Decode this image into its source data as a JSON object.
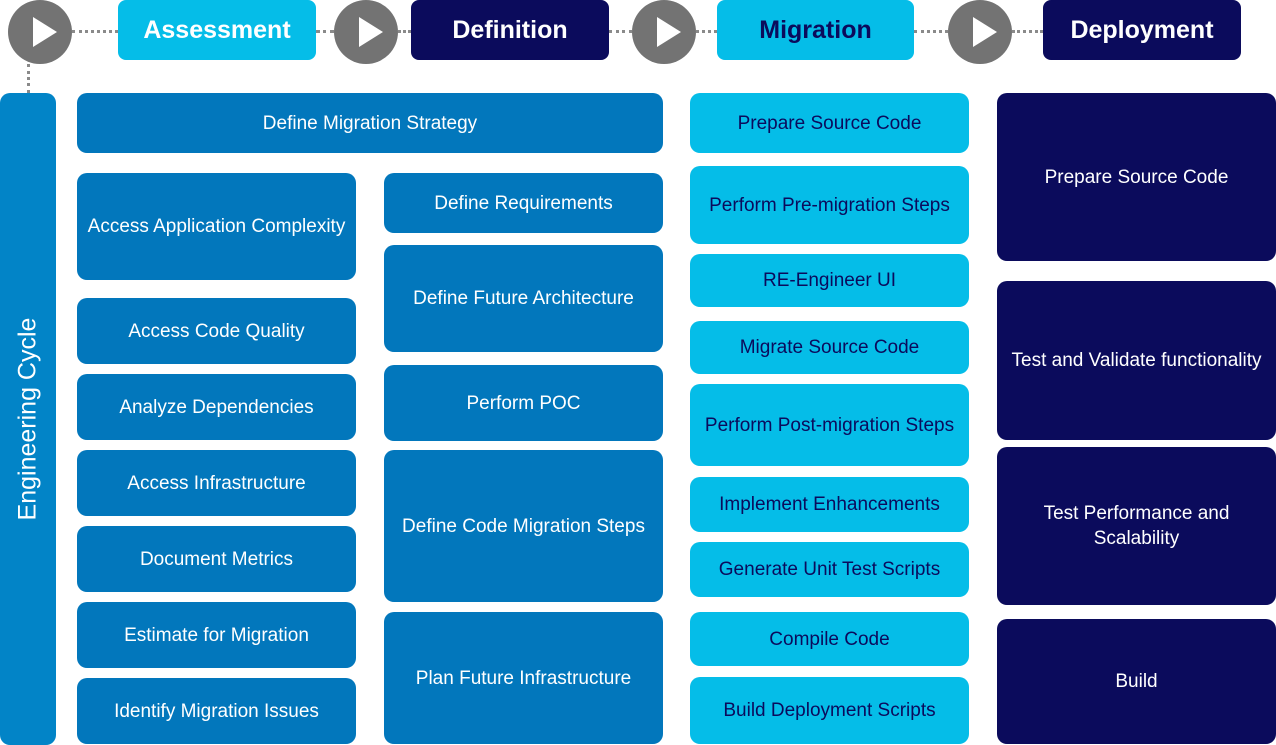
{
  "phases": {
    "assessment": "Assessment",
    "definition": "Definition",
    "migration": "Migration",
    "deployment": "Deployment"
  },
  "cycle_label": "Engineering Cycle",
  "definition_header": "Define Migration Strategy",
  "assessment_steps": [
    "Access Application Complexity",
    "Access Code Quality",
    "Analyze Dependencies",
    "Access Infrastructure",
    "Document Metrics",
    "Estimate for Migration",
    "Identify Migration Issues"
  ],
  "definition_steps": [
    "Define Requirements",
    "Define Future Architecture",
    "Perform POC",
    "Define Code Migration Steps",
    "Plan Future Infrastructure"
  ],
  "migration_steps": [
    "Prepare Source Code",
    "Perform Pre-migration Steps",
    "RE-Engineer UI",
    "Migrate Source Code",
    "Perform Post-migration Steps",
    "Implement Enhancements",
    "Generate Unit Test Scripts",
    "Compile Code",
    "Build Deployment Scripts"
  ],
  "deployment_steps": [
    "Prepare Source Code",
    "Test and Validate functionality",
    "Test Performance and Scalability",
    "Build"
  ],
  "colors": {
    "play": "#737373",
    "cyan": "#05bde8",
    "mid_blue": "#0277bc",
    "navy": "#0b0b5c"
  },
  "icons": [
    "play-icon"
  ]
}
